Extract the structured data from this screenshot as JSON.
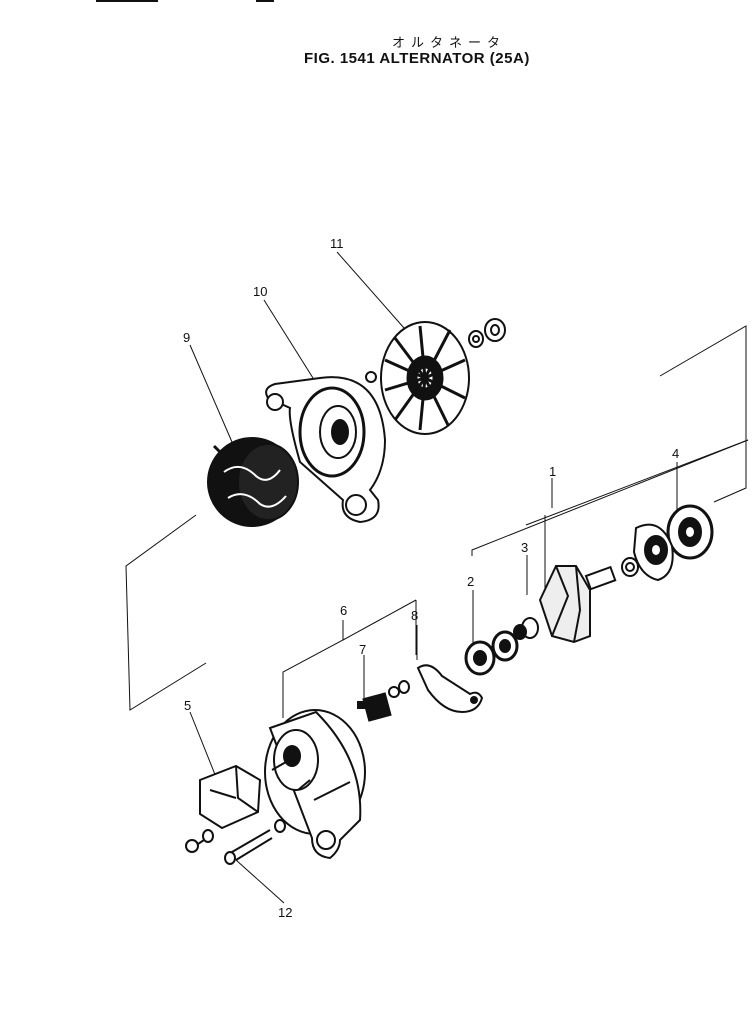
{
  "header": {
    "subtitle_jp": "オルタネータ",
    "title": "FIG. 1541  ALTERNATOR (25A)"
  },
  "callouts": {
    "n1": "1",
    "n2": "2",
    "n3": "3",
    "n4": "4",
    "n5": "5",
    "n6": "6",
    "n7": "7",
    "n8": "8",
    "n9": "9",
    "n10": "10",
    "n11": "11",
    "n12": "12"
  },
  "colors": {
    "ink": "#111111",
    "paper": "#ffffff"
  }
}
